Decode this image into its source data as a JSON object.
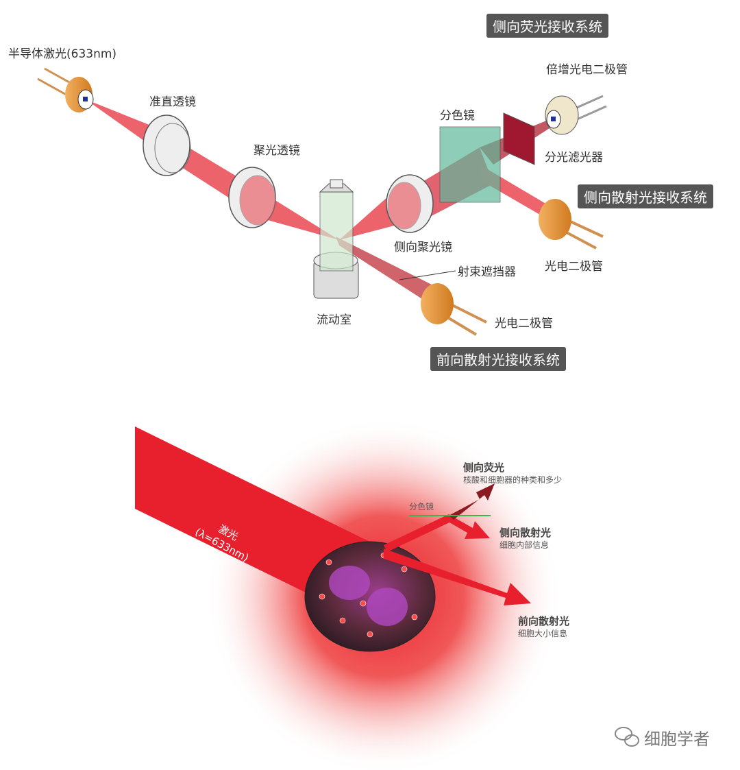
{
  "top": {
    "laser": "半导体激光(633nm)",
    "collimator": "准直透镜",
    "condenser": "聚光透镜",
    "flow_cell": "流动室",
    "dichroic": "分色镜",
    "side_lens": "侧向聚光镜",
    "beam_stopper": "射束遮挡器",
    "pmt": "倍增光电二极管",
    "filter": "分光滤光器",
    "side_photodiode": "光电二极管",
    "forward_photodiode": "光电二极管",
    "box_fluor": "侧向荧光接收系统",
    "box_side": "侧向散射光接收系统",
    "box_forward": "前向散射光接收系统"
  },
  "bottom": {
    "laser": "激光",
    "wavelength": "(λ=633nm)",
    "dichroic": "分色镜",
    "fluor_title": "侧向荧光",
    "fluor_desc": "核酸和细胞器的种类和多少",
    "side_title": "侧向散射光",
    "side_desc": "细胞内部信息",
    "forward_title": "前向散射光",
    "forward_desc": "细胞大小信息"
  },
  "watermark": "细胞学者",
  "colors": {
    "beam": "#e8202e",
    "label_box": "#555555",
    "dichroic_line": "#3cb44b"
  }
}
